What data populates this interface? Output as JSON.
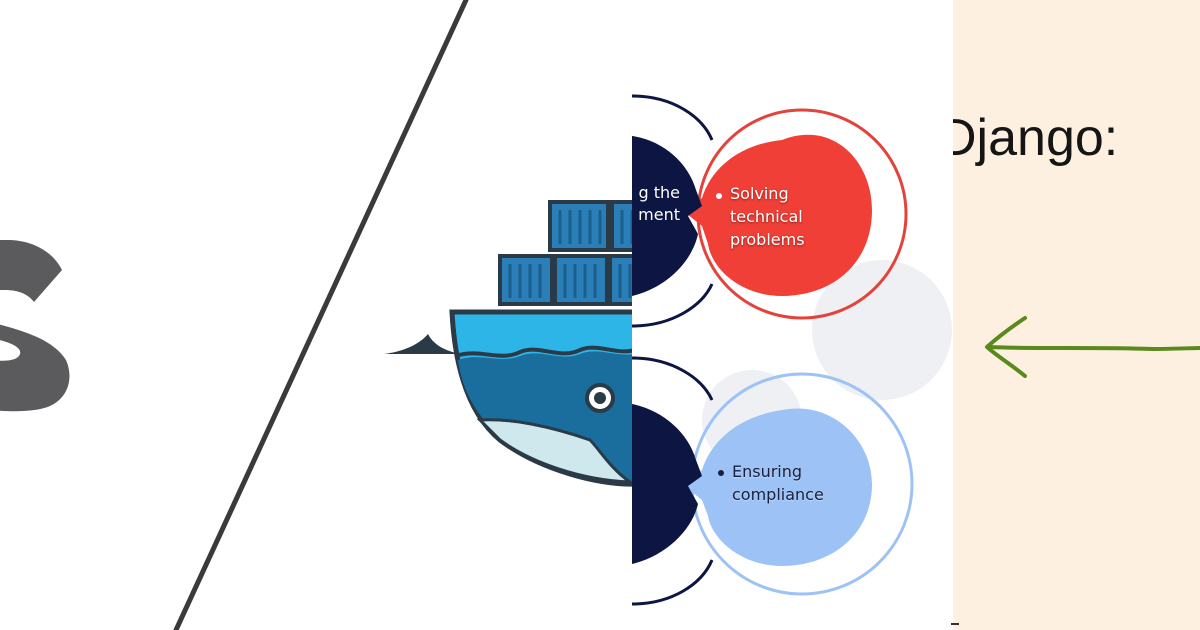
{
  "panels": {
    "kubernetes_fragment": {
      "letter": "s",
      "letter_color": "#5b5b5e"
    },
    "divider": {
      "color": "#3a3a3a"
    },
    "docker": {
      "container_color": "#2a7fb8",
      "whale_light": "#2db5e8",
      "whale_dark": "#1a6e9e",
      "outline": "#2b3a47"
    },
    "diagram": {
      "left_fragment_lines": [
        "g the",
        "ment"
      ],
      "top_bubble": {
        "lines": [
          "Solving",
          "technical",
          "problems"
        ],
        "fill": "#ef3f36",
        "ring": "#e2443c"
      },
      "bottom_bubble": {
        "lines": [
          "Ensuring",
          "compliance"
        ],
        "fill": "#9dc2f5",
        "ring": "#9dc2f5"
      },
      "navy": "#0d1543"
    },
    "django": {
      "heading": "Django:",
      "background": "#fdf0e0",
      "arrow_color": "#5a8a1e"
    }
  }
}
